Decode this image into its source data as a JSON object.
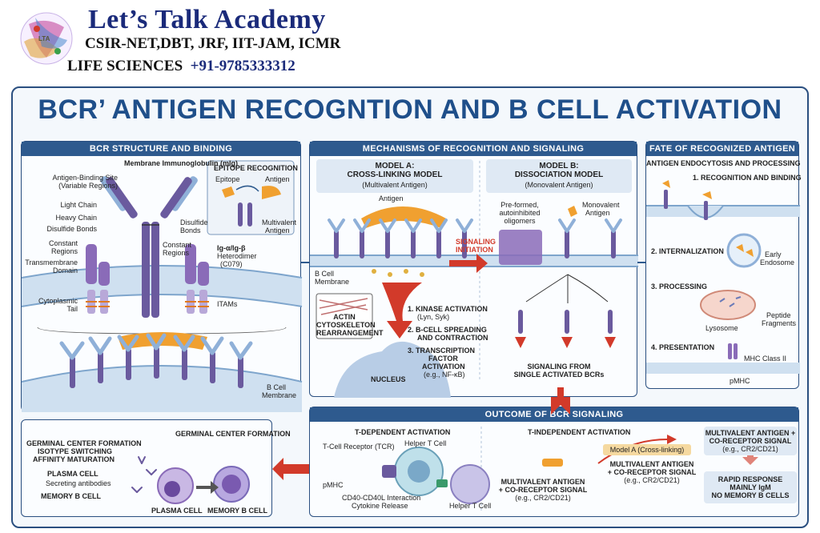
{
  "brand": {
    "name": "Let’s Talk Academy",
    "line1": "CSIR-NET,DBT, JRF, IIT-JAM, ICMR",
    "line2a": "LIFE SCIENCES",
    "line2b": "+91-9785333312",
    "logo_text": "LTA"
  },
  "title": "BCR’ ANTIGEN RECOGNTION AND B CELL ACTIVATION",
  "panel1": {
    "header": "BCR STRUCTURE AND BINDING",
    "membrane_ig": "Membrane Immunoglobulin (mIg)",
    "antigen_binding_site": "Antigen-Binding Site",
    "variable_regions": "(Variable Regions)",
    "light_chain": "Light Chain",
    "heavy_chain": "Heavy Chain",
    "disulfide_bonds_left": "Disulfide Bonds",
    "constant_regions_left1": "Constant",
    "constant_regions_left2": "Regions",
    "transmembrane1": "Transmembrane",
    "transmembrane2": "Domain",
    "cytoplasmic1": "Cytoplasmic",
    "cytoplasmic2": "Tail",
    "disulfide_right1": "Disulfide",
    "disulfide_right2": "Bonds",
    "constant_right1": "Constant",
    "constant_right2": "Regions",
    "ig_alpha1": "Ig-α/Ig-β",
    "ig_alpha2": "Heterodimer",
    "ig_alpha3": "(C079)",
    "itams": "ITAMs",
    "epitope_title": "EPITOPE RECOGNITION",
    "epitope": "Epitope",
    "antigen": "Antigen",
    "multivalent1": "Multivalent",
    "multivalent2": "Antigen",
    "bcell_membrane1": "B Cell",
    "bcell_membrane2": "Membrane"
  },
  "panel2": {
    "header": "MECHANISMS OF RECOGNITION AND SIGNALING",
    "modelA_title1": "MODEL A:",
    "modelA_title2": "CROSS-LINKING MODEL",
    "modelA_sub": "(Multivalent Antigen)",
    "modelB_title1": "MODEL B:",
    "modelB_title2": "DISSOCIATION MODEL",
    "modelB_sub": "(Monovalent Antigen)",
    "antigen": "Antigen",
    "bcell_membrane1": "B Cell",
    "bcell_membrane2": "Membrane",
    "signaling1": "SIGNALING",
    "signaling2": "INITIATION",
    "actin1": "ACTIN",
    "actin2": "CYTOSKELETON",
    "actin3": "REARRANGEMENT",
    "kinase": "1. KINASE ACTIVATION",
    "kinase_sub": "(Lyn, Syk)",
    "spreading1": "2. B-CELL SPREADING",
    "spreading2": "AND CONTRACTION",
    "tf1": "3. TRANSCRIPTION",
    "tf2": "FACTOR",
    "tf3": "ACTIVATION",
    "tf_sub": "(e.g., NF-κB)",
    "nucleus": "NUCLEUS",
    "preformed1": "Pre-formed,",
    "preformed2": "autoinhibited",
    "preformed3": "oligomers",
    "monovalent1": "Monovalent",
    "monovalent2": "Antigen",
    "single1": "SIGNALING FROM",
    "single2": "SINGLE ACTIVATED BCRs"
  },
  "panel3": {
    "header": "FATE OF RECOGNIZED ANTIGEN",
    "sub": "ANTIGEN ENDOCYTOSIS AND PROCESSING",
    "step1": "1. RECOGNITION AND BINDING",
    "step2": "2. INTERNALIZATION",
    "early1": "Early",
    "early2": "Endosome",
    "step3": "3. PROCESSING",
    "peptide1": "Peptide",
    "peptide2": "Fragments",
    "lysosome": "Lysosome",
    "step4": "4. PRESENTATION",
    "mhc": "MHC Class II",
    "pmhc": "pMHC"
  },
  "panel4": {
    "header": "OUTCOME OF BCR SIGNALING",
    "td": "T-DEPENDENT ACTIVATION",
    "ti": "T-INDEPENDENT ACTIVATION",
    "tcr": "T-Cell Receptor (TCR)",
    "helper_t": "Helper T Cell",
    "helper_t2": "Helper T Cell",
    "pmhc": "pMHC",
    "cd40_1": "CD40-CD40L Interaction",
    "cd40_2": "Cytokine Release",
    "ti_left1": "MULTIVALENT ANTIGEN",
    "ti_left2": "+ CO-RECEPTOR SIGNAL",
    "ti_left3": "(e.g., CR2/CD21)",
    "model_a_tag": "Model A (Cross-linking)",
    "ti_mid1": "MULTIVALENT ANTIGEN",
    "ti_mid2": "+ CO-RECEPTOR SIGNAL",
    "ti_mid3": "(e.g., CR2/CD21)",
    "ti_right1": "MULTIVALENT ANTIGEN +",
    "ti_right2": "CO-RECEPTOR SIGNAL",
    "ti_right3": "(e.g., CR2/CD21)",
    "rapid1": "RAPID RESPONSE",
    "rapid2": "MAINLY IgM",
    "rapid3": "NO MEMORY B CELLS"
  },
  "panel5": {
    "gc_left": "GERMINAL CENTER FORMATION",
    "isotype": "ISOTYPE SWITCHING",
    "affinity": "AFFINITY MATURATION",
    "plasma_cell": "PLASMA CELL",
    "secreting": "Secreting antibodies",
    "memory": "MEMORY B CELL",
    "gc_right": "GERMINAL CENTER FORMATION",
    "plasma_label": "PLASMA CELL",
    "memory_label": "MEMORY B CELL"
  },
  "colors": {
    "navy": "#2e5a8e",
    "title": "#1f4f8a",
    "antigen": "#f0a030",
    "heavy": "#6a5a9e",
    "light": "#8fb0d8",
    "arrow": "#d23a2a"
  }
}
